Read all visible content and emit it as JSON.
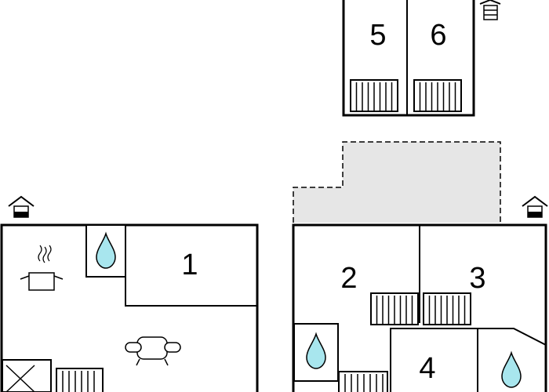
{
  "floorplan": {
    "rooms": [
      {
        "label": "1"
      },
      {
        "label": "2"
      },
      {
        "label": "3"
      },
      {
        "label": "4"
      },
      {
        "label": "5"
      },
      {
        "label": "6"
      }
    ],
    "icons": {
      "entrance": "house-entrance-icon",
      "bathroom": "water-drop-icon",
      "kitchen": "cooking-pot-icon",
      "living": "sofa-icon",
      "bed": "bed-icon",
      "fireplace": "fireplace-icon"
    },
    "colors": {
      "wall": "#000000",
      "terrace_fill": "#e6e6e6",
      "water_drop": "#a8e6ee"
    }
  }
}
